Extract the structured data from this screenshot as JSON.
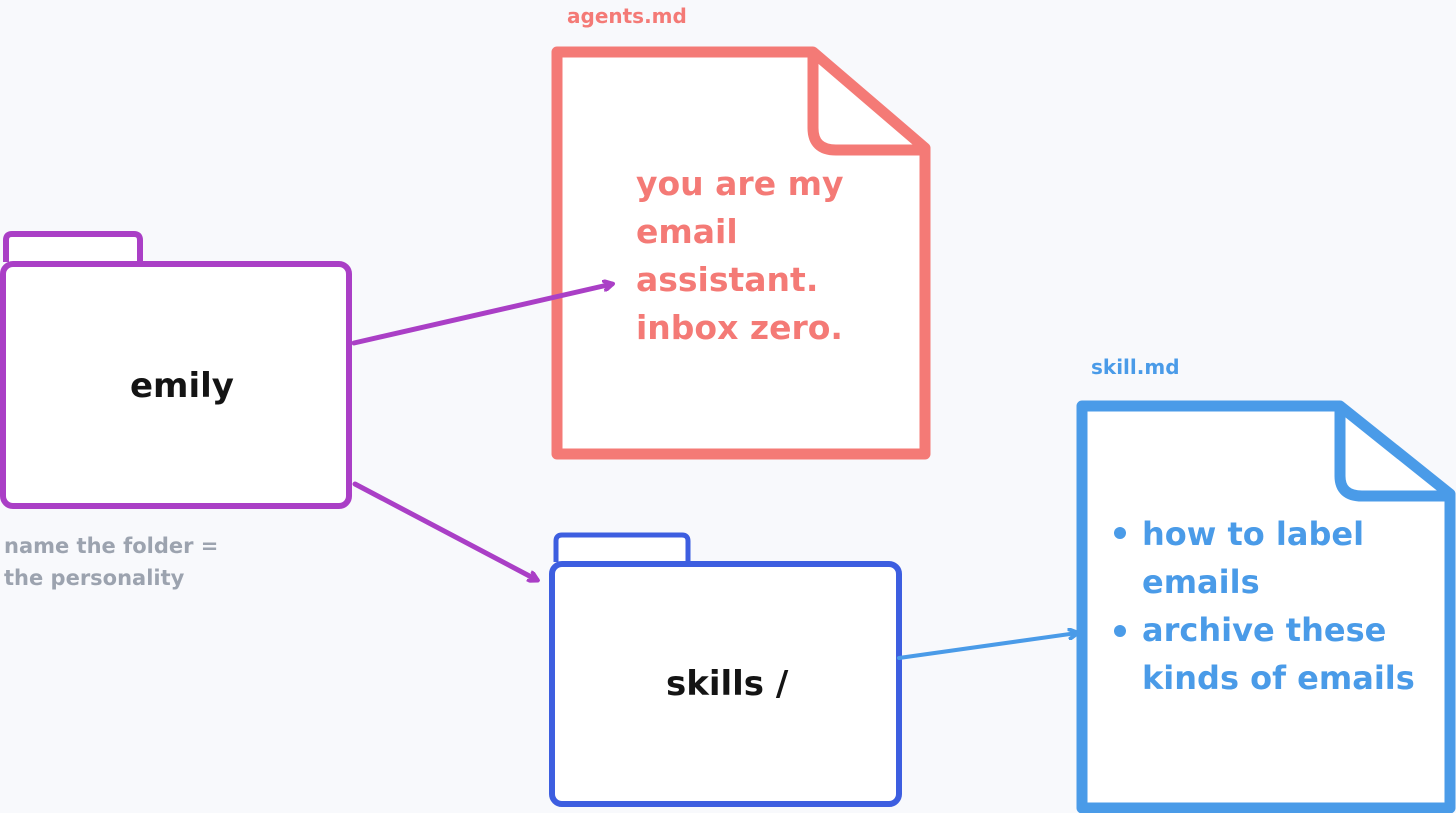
{
  "colors": {
    "background": "#f8f9fc",
    "emily_folder": "#aa3fc6",
    "skills_folder": "#3d5ee0",
    "agents_file": "#f47a76",
    "skill_file": "#4a9be8",
    "note_text": "#9ca3af",
    "label_text": "#141414"
  },
  "emily_folder": {
    "label": "emily"
  },
  "note": {
    "lines": [
      "name the folder =",
      "the personality"
    ]
  },
  "agents_file": {
    "filename": "agents.md",
    "lines": [
      "you are my",
      "email",
      "assistant.",
      "inbox zero."
    ]
  },
  "skills_folder": {
    "label": "skills /"
  },
  "skill_file": {
    "filename": "skill.md",
    "bullets": [
      {
        "lines": [
          "how to label",
          "emails"
        ]
      },
      {
        "lines": [
          "archive these",
          "kinds of emails"
        ]
      }
    ]
  }
}
